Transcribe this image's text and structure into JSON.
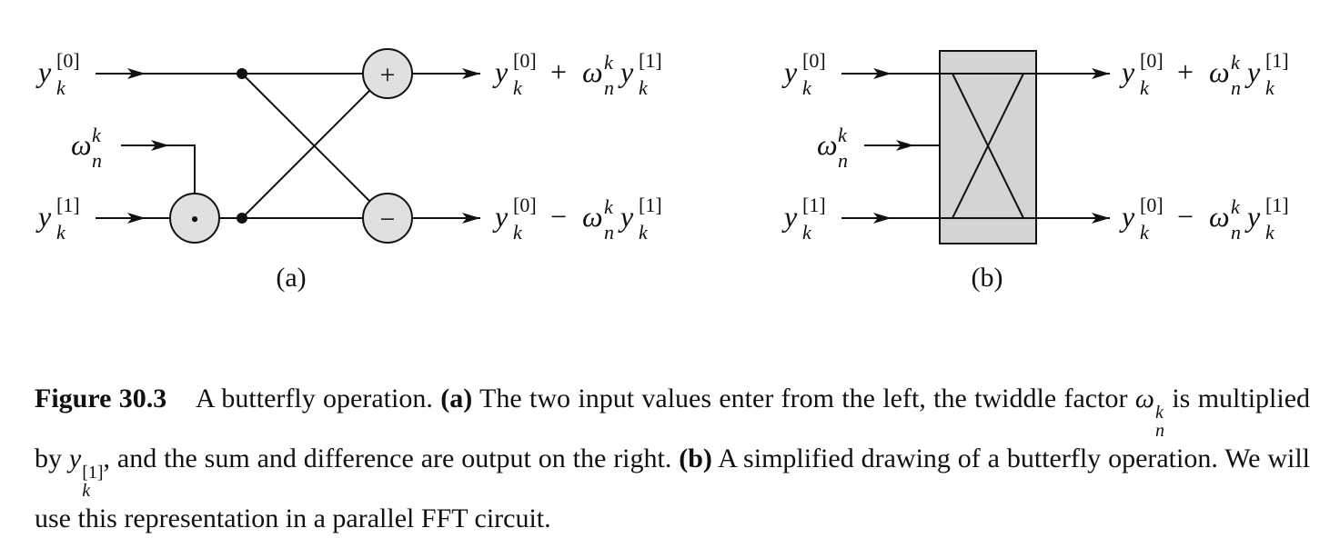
{
  "panel_a": {
    "input_top": {
      "var": "y",
      "sup": "[0]",
      "sub": "k"
    },
    "input_twiddle": {
      "var": "ω",
      "sup": "k",
      "sub": "n"
    },
    "input_bottom": {
      "var": "y",
      "sup": "[1]",
      "sub": "k"
    },
    "plus_symbol": "+",
    "minus_symbol": "−",
    "multiply_symbol": "•",
    "output_sum": {
      "a_var": "y",
      "a_sup": "[0]",
      "a_sub": "k",
      "op": "+",
      "w_var": "ω",
      "w_sup": "k",
      "w_sub": "n",
      "b_var": "y",
      "b_sup": "[1]",
      "b_sub": "k"
    },
    "output_diff": {
      "a_var": "y",
      "a_sup": "[0]",
      "a_sub": "k",
      "op": "−",
      "w_var": "ω",
      "w_sup": "k",
      "w_sub": "n",
      "b_var": "y",
      "b_sup": "[1]",
      "b_sub": "k"
    },
    "label": "(a)"
  },
  "panel_b": {
    "input_top": {
      "var": "y",
      "sup": "[0]",
      "sub": "k"
    },
    "input_twiddle": {
      "var": "ω",
      "sup": "k",
      "sub": "n"
    },
    "input_bottom": {
      "var": "y",
      "sup": "[1]",
      "sub": "k"
    },
    "output_sum": {
      "a_var": "y",
      "a_sup": "[0]",
      "a_sub": "k",
      "op": "+",
      "w_var": "ω",
      "w_sup": "k",
      "w_sub": "n",
      "b_var": "y",
      "b_sup": "[1]",
      "b_sub": "k"
    },
    "output_diff": {
      "a_var": "y",
      "a_sup": "[0]",
      "a_sub": "k",
      "op": "−",
      "w_var": "ω",
      "w_sup": "k",
      "w_sub": "n",
      "b_var": "y",
      "b_sup": "[1]",
      "b_sub": "k"
    },
    "label": "(b)"
  },
  "colors": {
    "node_fill": "#e0e0e0",
    "box_fill": "#d4d4d4",
    "ink": "#111111"
  },
  "caption": {
    "figure_number": "Figure 30.3",
    "text_1": "A butterfly operation.",
    "part_a_label": "(a)",
    "text_2": "The two input values enter from the left, the twiddle factor",
    "twiddle_var": "ω",
    "twiddle_sup": "k",
    "twiddle_sub": "n",
    "text_3": "is multiplied by",
    "y_var": "y",
    "y_sup": "[1]",
    "y_sub": "k",
    "text_4": ", and the sum and difference are output on the right.",
    "part_b_label": "(b)",
    "text_5": "A simplified drawing of a butterfly operation. We will use this representation in a parallel FFT circuit."
  }
}
